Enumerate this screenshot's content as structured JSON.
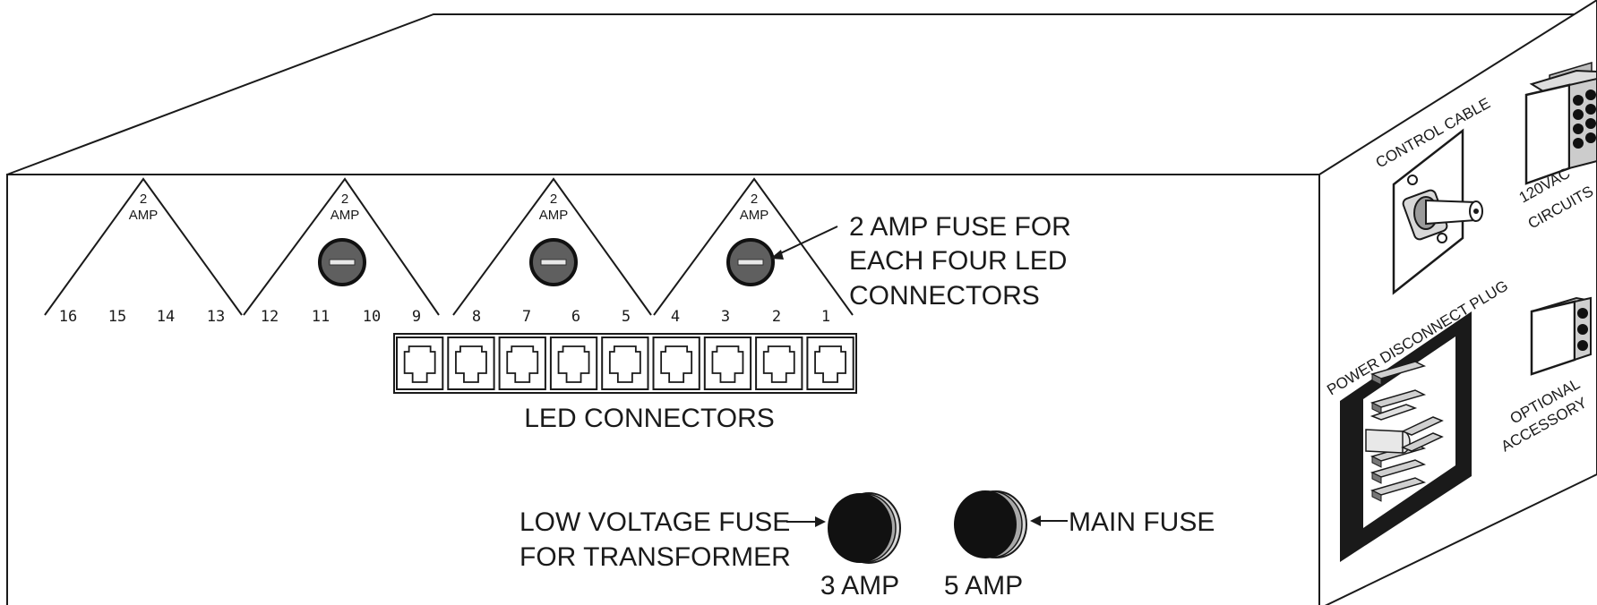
{
  "fuse_groups": [
    {
      "amp_value": "2",
      "amp_unit": "AMP",
      "numbers": [
        "16",
        "15",
        "14",
        "13"
      ]
    },
    {
      "amp_value": "2",
      "amp_unit": "AMP",
      "numbers": [
        "12",
        "11",
        "10",
        "9"
      ]
    },
    {
      "amp_value": "2",
      "amp_unit": "AMP",
      "numbers": [
        "8",
        "7",
        "6",
        "5"
      ]
    },
    {
      "amp_value": "2",
      "amp_unit": "AMP",
      "numbers": [
        "4",
        "3",
        "2",
        "1"
      ]
    }
  ],
  "callouts": {
    "led_fuse": [
      "2 AMP FUSE FOR",
      "EACH FOUR LED",
      "CONNECTORS"
    ],
    "led_connectors": "LED CONNECTORS",
    "low_voltage_fuse": [
      "LOW VOLTAGE FUSE",
      "FOR TRANSFORMER"
    ],
    "low_voltage_rating": "3 AMP",
    "main_fuse": "MAIN FUSE",
    "main_fuse_rating": "5 AMP"
  },
  "side_panel": {
    "control_cable": "CONTROL CABLE",
    "power_plug": "POWER DISCONNECT PLUG",
    "circuits": [
      "120VAC",
      "CIRCUITS"
    ],
    "accessory": [
      "OPTIONAL",
      "ACCESSORY"
    ]
  }
}
